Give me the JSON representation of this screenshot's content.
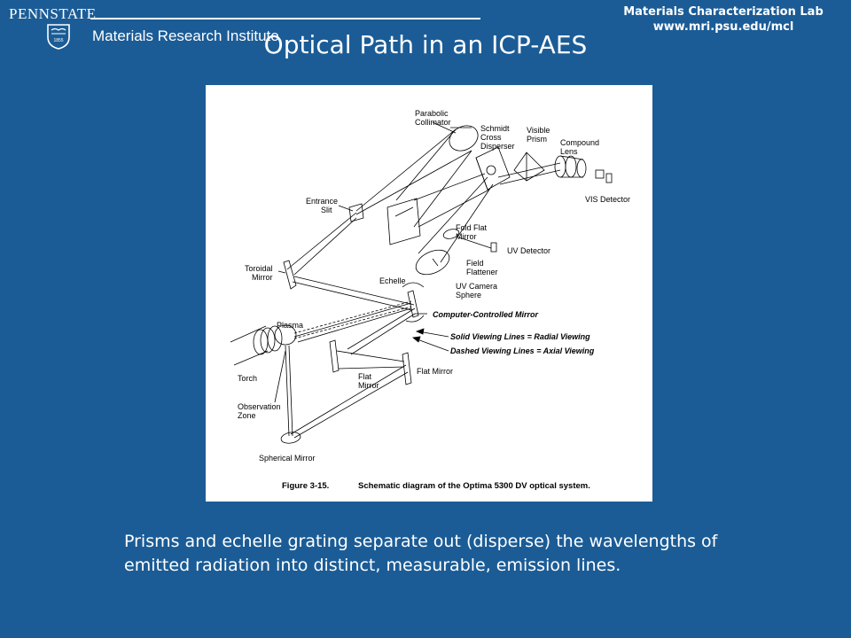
{
  "header": {
    "university": "PENNSTATE",
    "shield_year": "1855",
    "institute": "Materials Research Institute",
    "lab_name": "Materials Characterization Lab",
    "lab_url": "www.mri.psu.edu/mcl"
  },
  "slide": {
    "title": "Optical Path in an ICP-AES",
    "caption": "Prisms and echelle grating separate out (disperse) the wavelengths of emitted radiation into distinct, measurable, emission lines."
  },
  "diagram": {
    "labels": {
      "parabolic_collimator_1": "Parabolic",
      "parabolic_collimator_2": "Collimator",
      "schmidt_1": "Schmidt",
      "schmidt_2": "Cross",
      "schmidt_3": "Disperser",
      "visible_prism_1": "Visible",
      "visible_prism_2": "Prism",
      "compound_lens_1": "Compound",
      "compound_lens_2": "Lens",
      "vis_detector": "VIS Detector",
      "entrance_slit_1": "Entrance",
      "entrance_slit_2": "Slit",
      "echelle": "Echelle",
      "fold_flat_1": "Fold Flat",
      "fold_flat_2": "Mirror",
      "uv_detector": "UV Detector",
      "field_flattener_1": "Field",
      "field_flattener_2": "Flattener",
      "toroidal_1": "Toroidal",
      "toroidal_2": "Mirror",
      "uv_camera_1": "UV Camera",
      "uv_camera_2": "Sphere",
      "computer_mirror": "Computer-Controlled Mirror",
      "plasma": "Plasma",
      "solid_lines": "Solid Viewing Lines = Radial Viewing",
      "dashed_lines": "Dashed Viewing Lines = Axial Viewing",
      "torch": "Torch",
      "flat_mirror_a_1": "Flat",
      "flat_mirror_a_2": "Mirror",
      "flat_mirror_b": "Flat Mirror",
      "observation_1": "Observation",
      "observation_2": "Zone",
      "spherical_mirror": "Spherical Mirror"
    },
    "figure_number": "Figure 3-15.",
    "figure_caption": "Schematic diagram of the Optima 5300 DV optical system."
  }
}
